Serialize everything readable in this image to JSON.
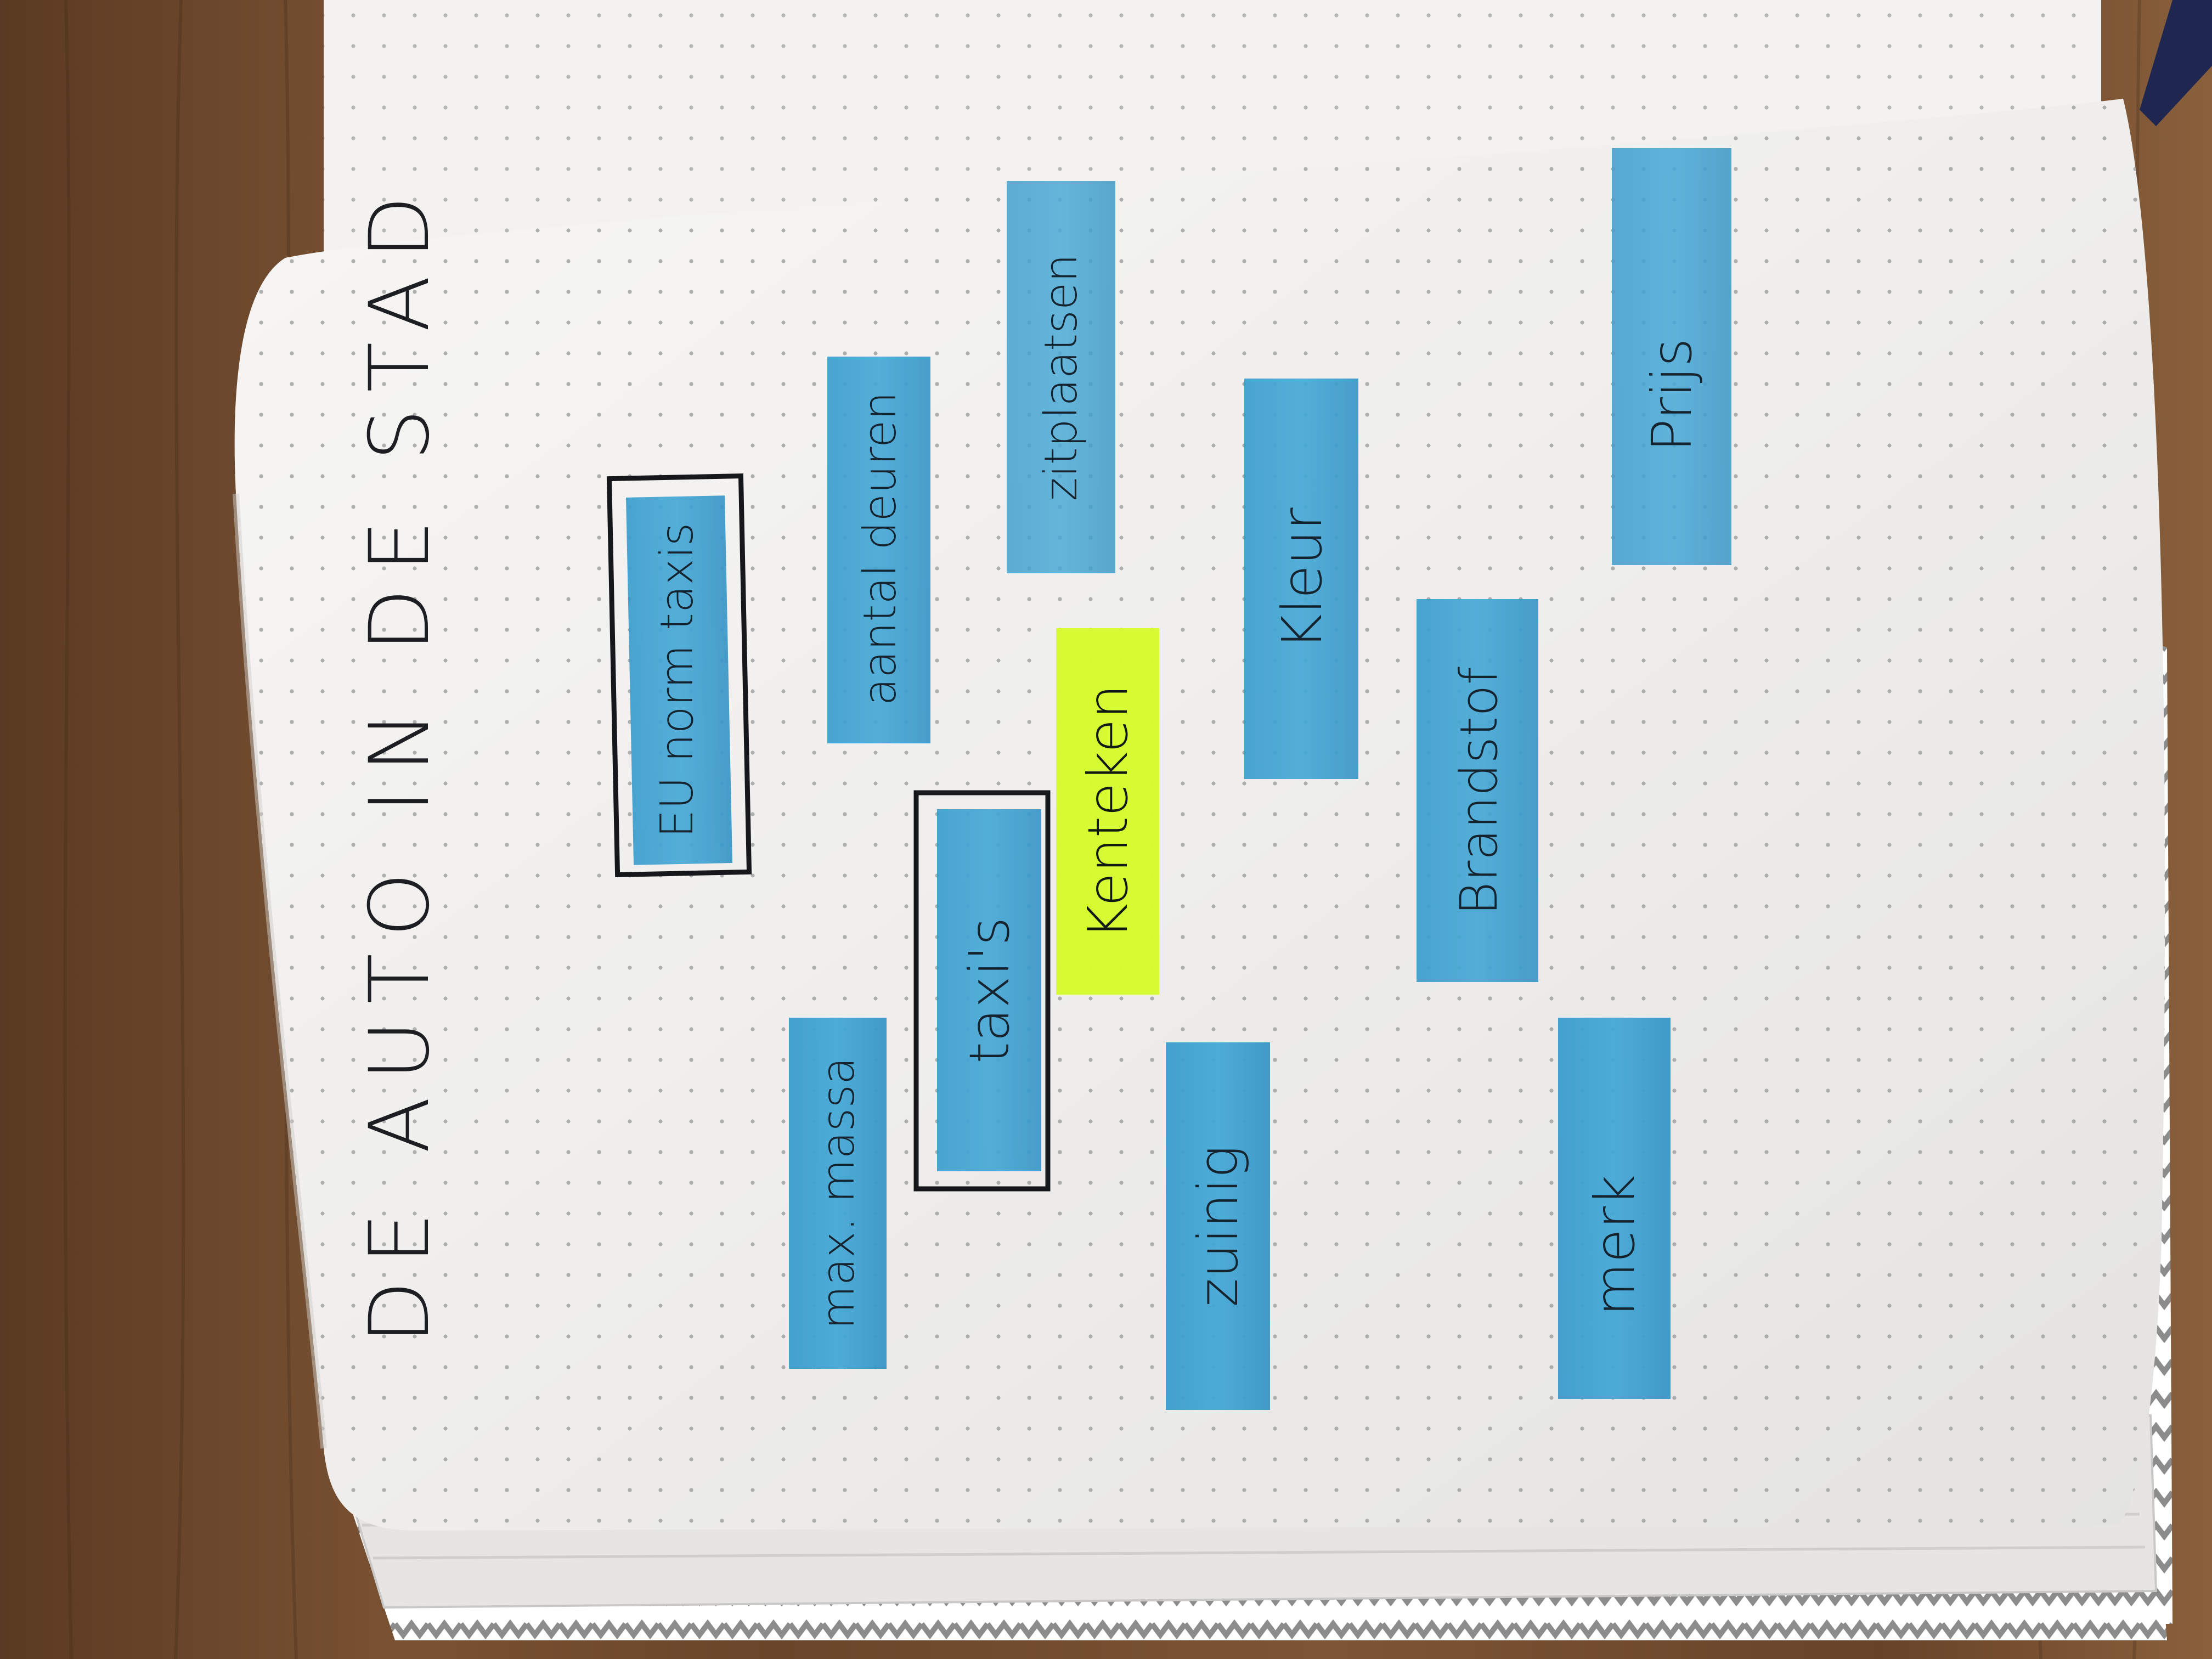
{
  "title": "DE AUTO IN DE STAD",
  "colors": {
    "table": "#6f4a2e",
    "page": "#f1f0ee",
    "dots": "#a7a7aa",
    "note_blue": "#3ea1cf",
    "note_yellow": "#d8ff2a",
    "ink": "#1d2a33"
  },
  "notes": {
    "eu_norm_taxis": "EU norm taxis",
    "aantal_deuren": "aantal deuren",
    "zitplaatsen": "zitplaatsen",
    "prijs": "Prijs",
    "kenteken": "Kenteken",
    "kleur": "Kleur",
    "taxis": "taxi's",
    "brandstof": "Brandstof",
    "max_massa": "max. massa",
    "zuinig": "zuinig",
    "merk": "merk"
  }
}
